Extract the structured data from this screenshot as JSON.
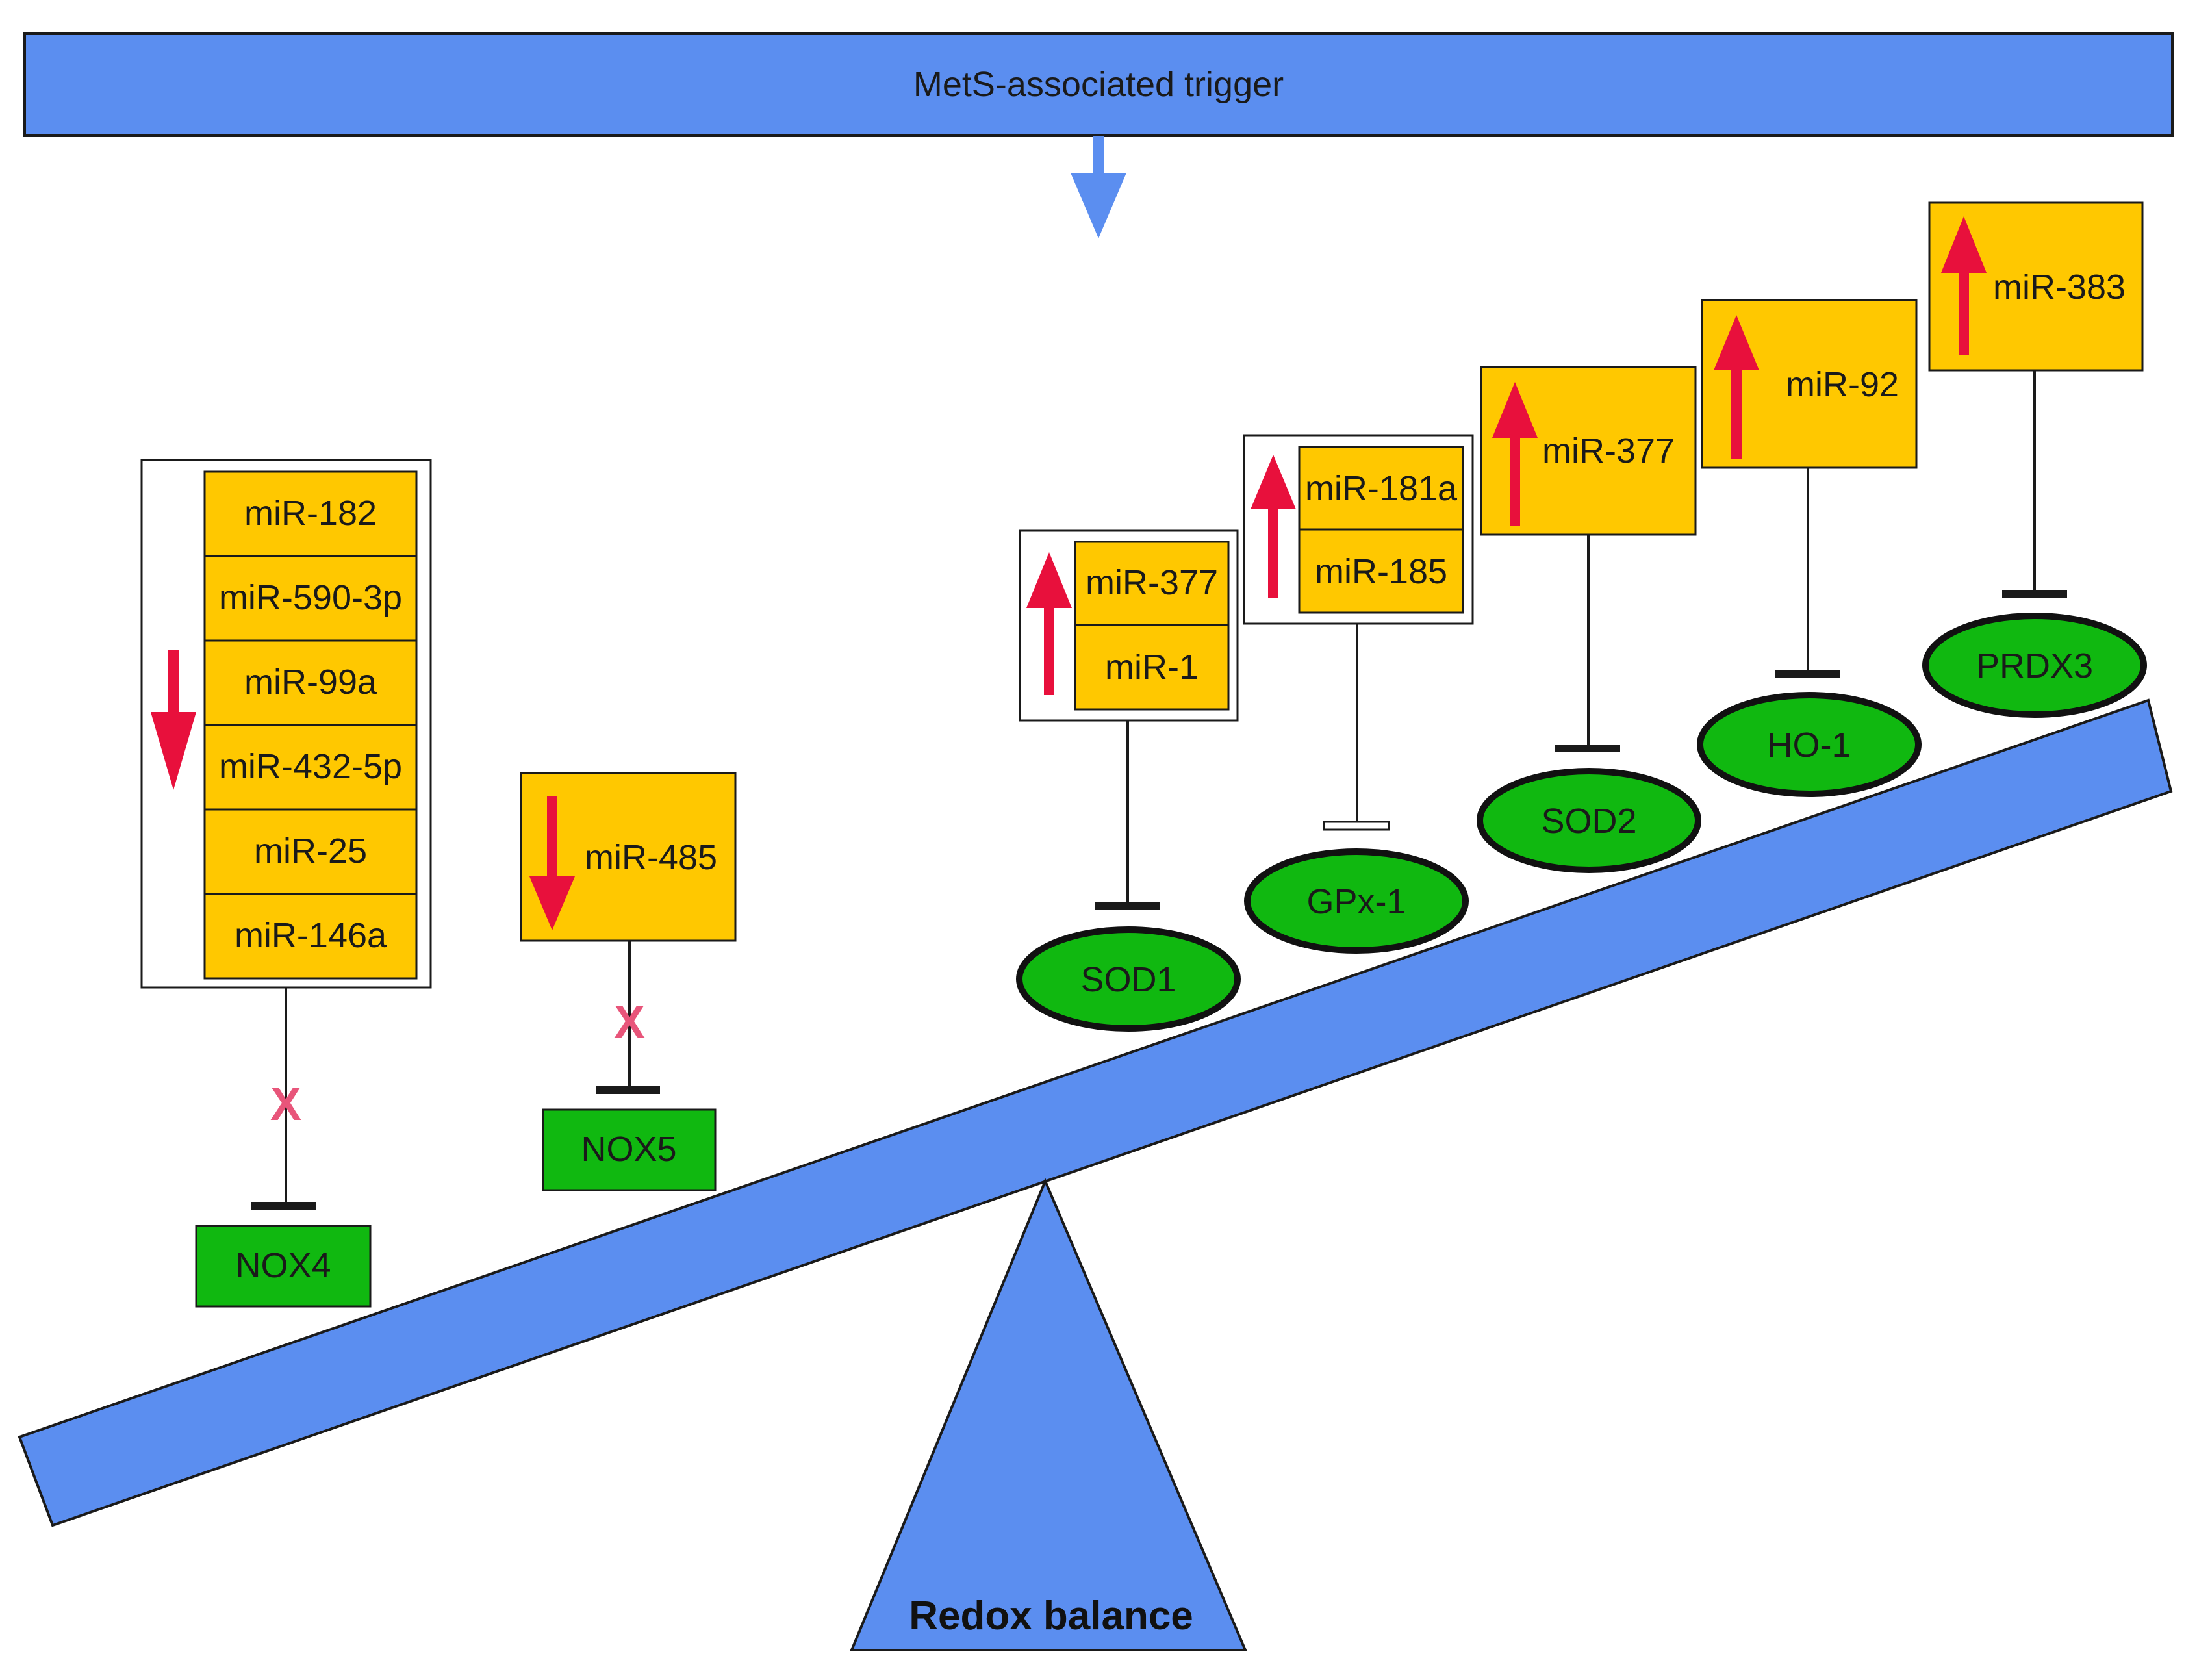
{
  "trigger": {
    "label": "MetS-associated trigger"
  },
  "fulcrum": {
    "label": "Redox balance"
  },
  "colors": {
    "blue": "#5b8ef0",
    "mirna_box": "#ffc800",
    "target_green": "#10b810",
    "up_arrow": "#e8103c",
    "down_arrow": "#e8103c",
    "block_mark": "#e8557a"
  },
  "groups": [
    {
      "id": "nox4",
      "direction": "down",
      "mirnas": [
        "miR-182",
        "miR-590-3p",
        "miR-99a",
        "miR-432-5p",
        "miR-25",
        "miR-146a"
      ],
      "target": "NOX4",
      "target_shape": "rectangle",
      "blocked": true,
      "block_mark": "X"
    },
    {
      "id": "nox5",
      "direction": "down",
      "mirnas": [
        "miR-485"
      ],
      "target": "NOX5",
      "target_shape": "rectangle",
      "blocked": true,
      "block_mark": "X"
    },
    {
      "id": "sod1",
      "direction": "up",
      "mirnas": [
        "miR-377",
        "miR-1"
      ],
      "target": "SOD1",
      "target_shape": "ellipse",
      "blocked": false
    },
    {
      "id": "gpx1",
      "direction": "up",
      "mirnas": [
        "miR-181a",
        "miR-185"
      ],
      "target": "GPx-1",
      "target_shape": "ellipse",
      "blocked": false
    },
    {
      "id": "sod2",
      "direction": "up",
      "mirnas": [
        "miR-377"
      ],
      "target": "SOD2",
      "target_shape": "ellipse",
      "blocked": false
    },
    {
      "id": "ho1",
      "direction": "up",
      "mirnas": [
        "miR-92"
      ],
      "target": "HO-1",
      "target_shape": "ellipse",
      "blocked": false
    },
    {
      "id": "prdx3",
      "direction": "up",
      "mirnas": [
        "miR-383"
      ],
      "target": "PRDX3",
      "target_shape": "ellipse",
      "blocked": false
    }
  ]
}
